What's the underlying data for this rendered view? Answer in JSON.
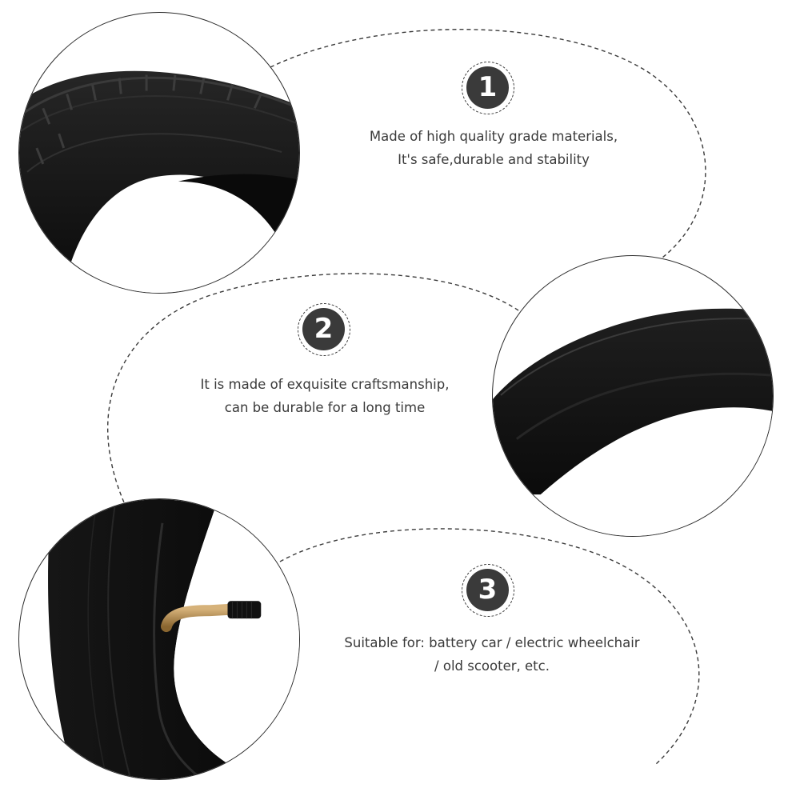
{
  "features": [
    {
      "number": "1",
      "line1": "Made of high quality grade materials,",
      "line2": "It's safe,durable and stability"
    },
    {
      "number": "2",
      "line1": "It is made of exquisite craftsmanship,",
      "line2": "can be durable for a long time"
    },
    {
      "number": "3",
      "line1": "Suitable for: battery car / electric wheelchair",
      "line2": "/ old scooter, etc."
    }
  ],
  "photos": [
    {
      "name": "tire-tread-closeup"
    },
    {
      "name": "inner-tube-closeup"
    },
    {
      "name": "tire-with-valve-closeup"
    }
  ],
  "colors": {
    "badge_fill": "#3a3a3a",
    "text": "#3a3a3a",
    "rubber": "#141414",
    "valve_brass": "#b08a4e"
  }
}
